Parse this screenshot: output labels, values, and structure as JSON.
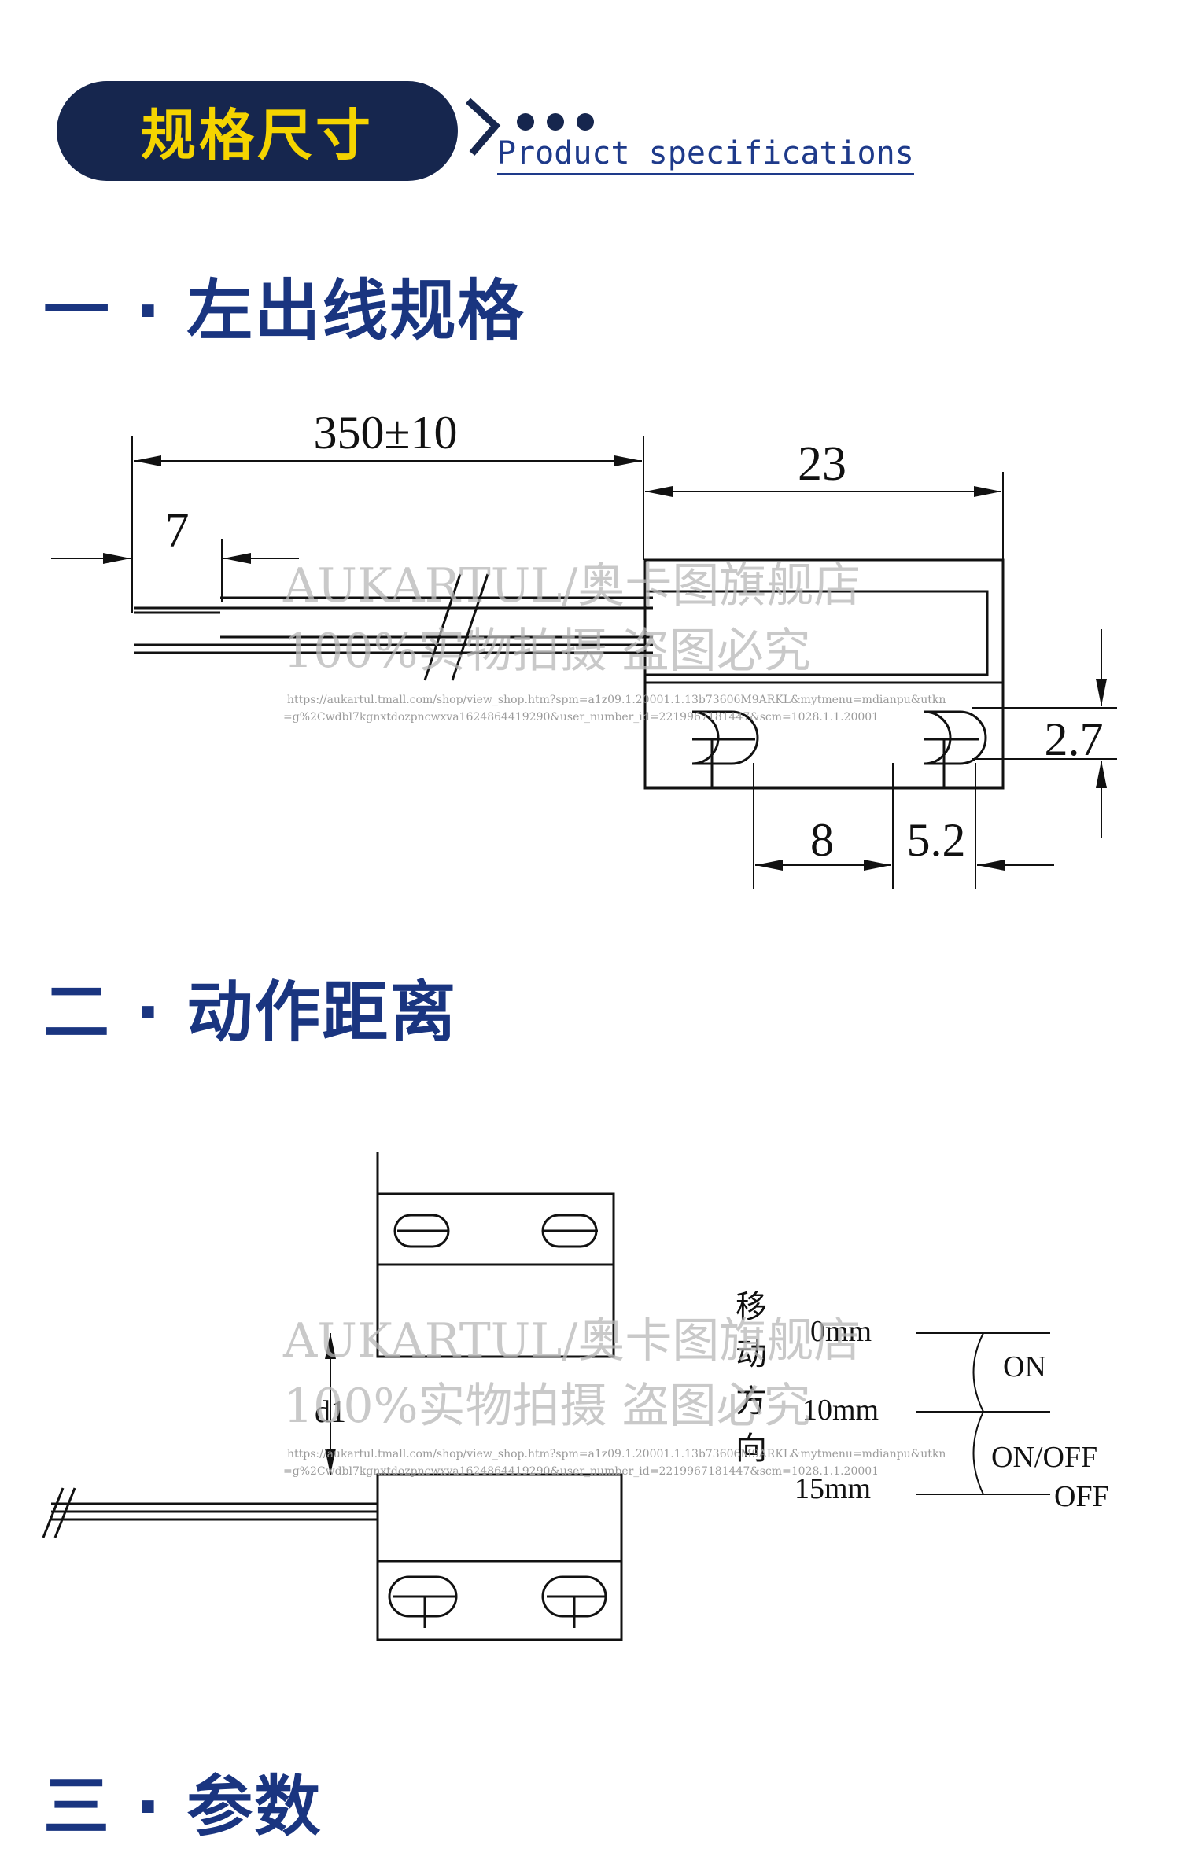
{
  "header": {
    "badge_text": "规格尺寸",
    "subtitle": "Product specifications"
  },
  "sections": [
    {
      "title": "一 · 左出线规格"
    },
    {
      "title": "二 · 动作距离"
    },
    {
      "title": "三 · 参数"
    }
  ],
  "diagram1": {
    "dim_length": "350±10",
    "dim_strip": "7",
    "dim_body": "23",
    "dim_hole_height": "2.7",
    "dim_hole_spacing": "8",
    "dim_hole_width": "5.2"
  },
  "diagram2": {
    "label_d1": "d1",
    "direction_label": [
      "移",
      "动",
      "方",
      "向"
    ],
    "dist_0": "0mm",
    "dist_10": "10mm",
    "dist_15": "15mm",
    "state_on": "ON",
    "state_on_off": "ON/OFF",
    "state_off": "OFF"
  },
  "watermark": {
    "line1": "AUKARTUL/奥卡图旗舰店",
    "line2": "100%实物拍摄 盗图必究",
    "url1": "https://aukartul.tmall.com/shop/view_shop.htm?spm=a1z09.1.20001.1.13b73606M9ARKL&mytmenu=mdianpu&utkn",
    "url2": "=g%2Cwdbl7kgnxtdozpncwxva1624864419290&user_number_id=2219967181447&scm=1028.1.1.20001"
  },
  "colors": {
    "banner_bg": "#16264e",
    "banner_text": "#f5d400",
    "title_blue": "#1a3580"
  }
}
